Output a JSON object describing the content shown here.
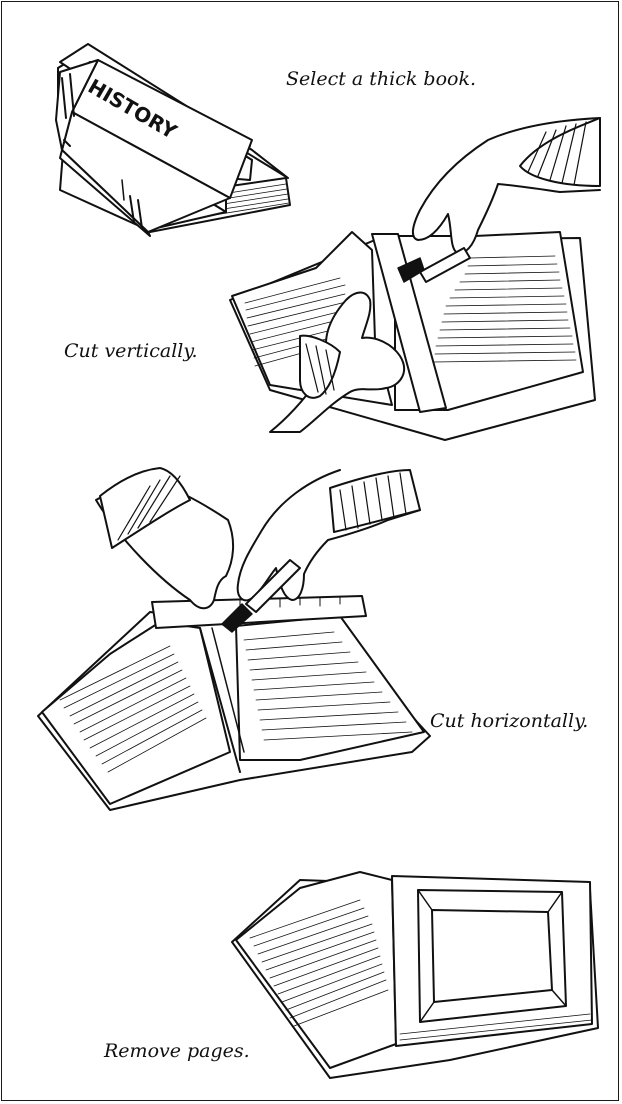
{
  "book_title": "HISTORY",
  "steps": [
    {
      "caption": "Select a thick book.",
      "icon": "closed-book-illustration"
    },
    {
      "caption": "Cut vertically.",
      "icon": "vertical-cut-illustration"
    },
    {
      "caption": "Cut horizontally.",
      "icon": "horizontal-cut-illustration"
    },
    {
      "caption": "Remove pages.",
      "icon": "hollowed-book-illustration"
    }
  ]
}
